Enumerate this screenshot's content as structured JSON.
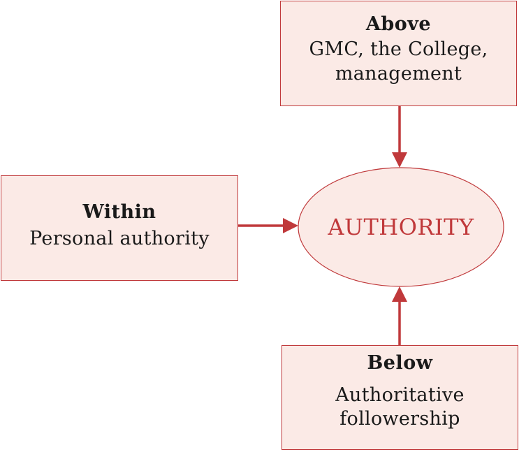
{
  "colors": {
    "accent": "#c0393b",
    "box_fill": "#fbeae6",
    "text": "#1a1a1a"
  },
  "center": {
    "label": "AUTHORITY"
  },
  "above": {
    "title": "Above",
    "line1": "GMC, the College,",
    "line2": "management"
  },
  "within": {
    "title": "Within",
    "line1": "Personal authority"
  },
  "below": {
    "title": "Below",
    "line1": "Authoritative",
    "line2": "followership"
  }
}
